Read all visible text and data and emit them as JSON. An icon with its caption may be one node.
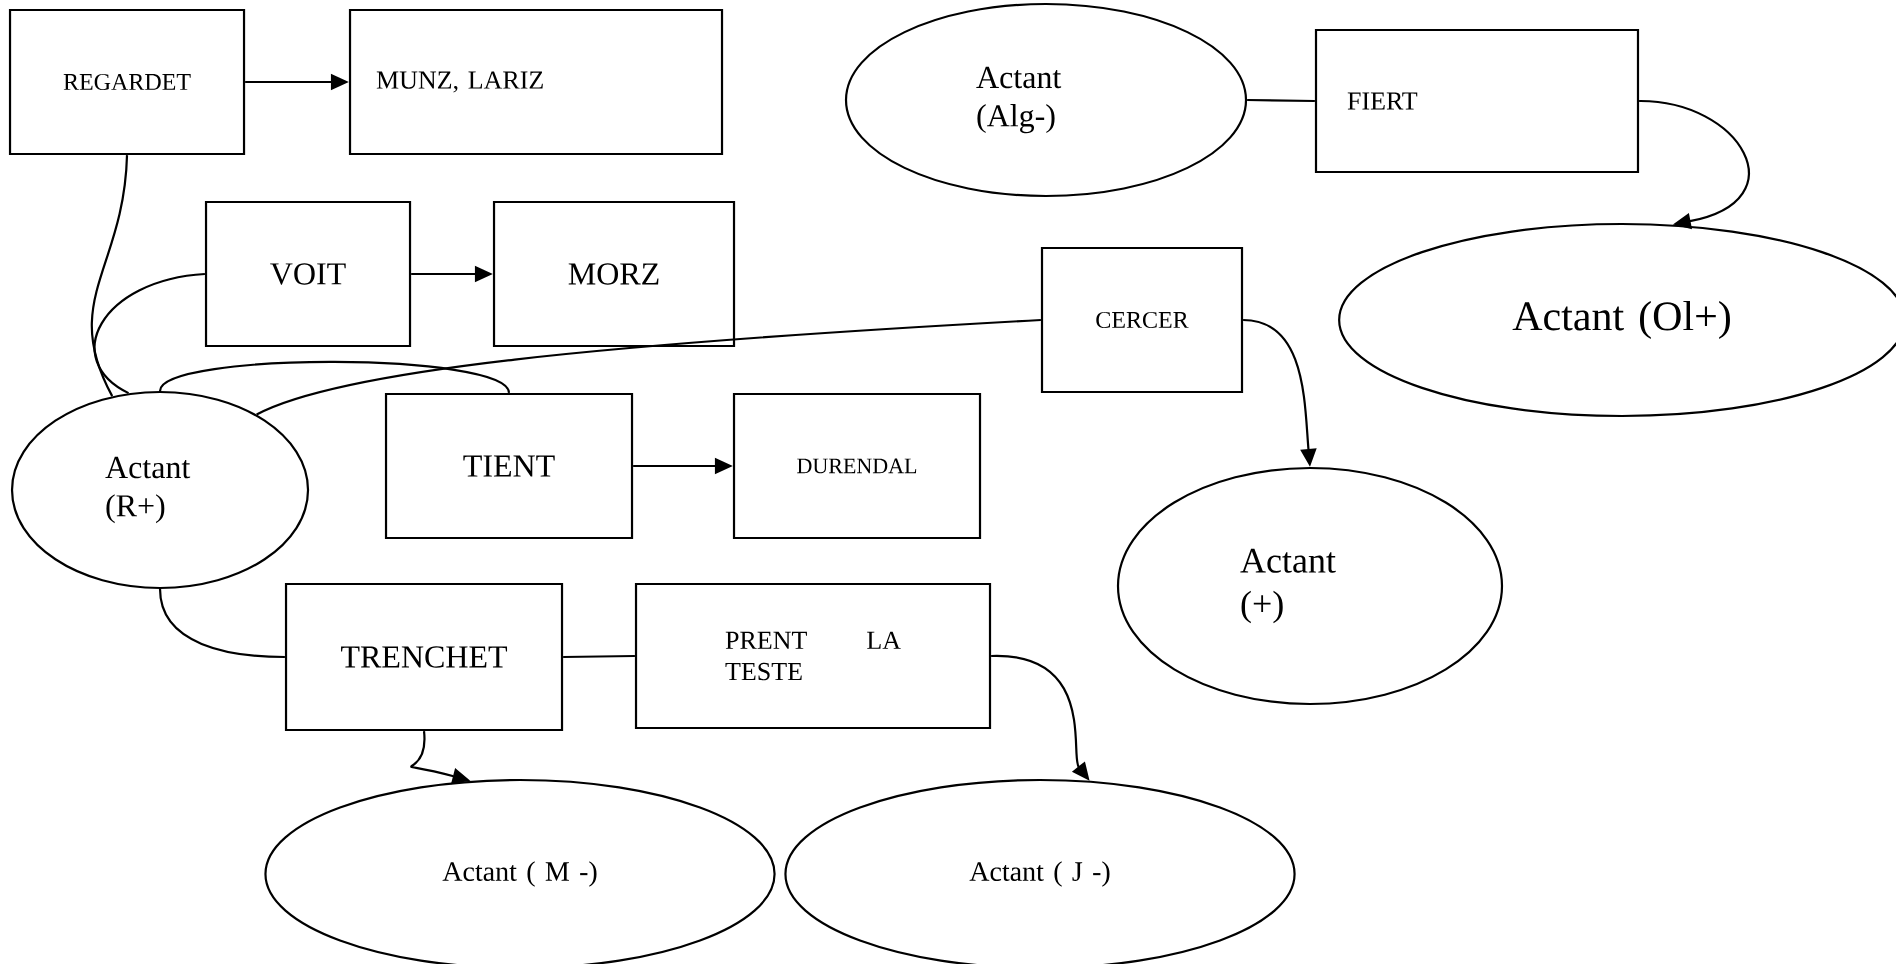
{
  "diagram": {
    "nodes": [
      {
        "text": [
          "REGARDET"
        ]
      },
      {
        "text": [
          "MUNZ, LARIZ"
        ]
      },
      {
        "text": [
          "Actant (Alg-)"
        ]
      },
      {
        "text": [
          "FIERT"
        ]
      },
      {
        "text": [
          "VOIT"
        ]
      },
      {
        "text": [
          "MORZ"
        ]
      },
      {
        "text": [
          "CERCER"
        ]
      },
      {
        "text": [
          "Actant (Ol+)"
        ]
      },
      {
        "text": [
          "Actant (R+)"
        ]
      },
      {
        "text": [
          "TIENT"
        ]
      },
      {
        "text": [
          "DURENDAL"
        ]
      },
      {
        "text": [
          "Actant (+)"
        ]
      },
      {
        "text": [
          "TRENCHET"
        ]
      },
      {
        "text": [
          "PRENT LA TESTE"
        ]
      },
      {
        "text": [
          "Actant ( M -)"
        ]
      },
      {
        "text": [
          "Actant ( J -)"
        ]
      }
    ],
    "edges": [
      {
        "from": 0,
        "to": 1,
        "arrow": "to"
      },
      {
        "from": 0,
        "to": 8,
        "arrow": "none"
      },
      {
        "from": 4,
        "to": 8,
        "arrow": "none"
      },
      {
        "from": 8,
        "to": 9,
        "arrow": "none"
      },
      {
        "from": 8,
        "to": 6,
        "arrow": "none"
      },
      {
        "from": 4,
        "to": 5,
        "arrow": "to"
      },
      {
        "from": 9,
        "to": 10,
        "arrow": "to"
      },
      {
        "from": 2,
        "to": 3,
        "arrow": "none"
      },
      {
        "from": 3,
        "to": 7,
        "arrow": "to"
      },
      {
        "from": 6,
        "to": 11,
        "arrow": "to"
      },
      {
        "from": 8,
        "to": 12,
        "arrow": "none"
      },
      {
        "from": 12,
        "to": 13,
        "arrow": "none"
      },
      {
        "from": 12,
        "to": 14,
        "arrow": "to"
      },
      {
        "from": 13,
        "to": 15,
        "arrow": "to"
      }
    ]
  }
}
